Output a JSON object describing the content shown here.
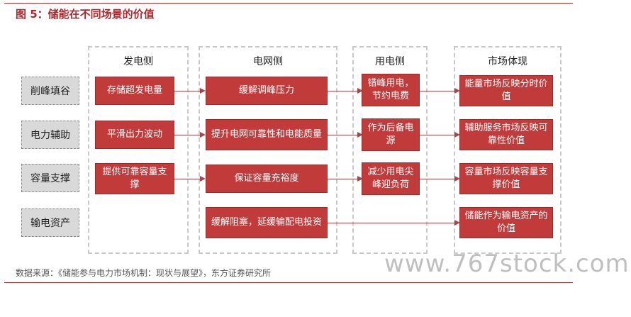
{
  "figure": {
    "title": "图 5：储能在不同场景的价值",
    "source": "数据来源：《储能参与电力市场机制：现状与展望》，东方证券研究所",
    "watermark": "www.767stock.com"
  },
  "columns": [
    "发电侧",
    "电网侧",
    "用电侧",
    "市场体现"
  ],
  "scenarios": [
    "削峰填谷",
    "电力辅助",
    "容量支撑",
    "输电资产"
  ],
  "generation": [
    "存储超发电量",
    "平滑出力波动",
    "提供可靠容量支撑"
  ],
  "grid": [
    "缓解调峰压力",
    "提升电网可靠性和电能质量",
    "保证容量充裕度",
    "缓解阻塞，延缓输配电投资"
  ],
  "consumer": [
    "错峰用电，节约电费",
    "作为后备电源",
    "减少用电尖峰迎负荷"
  ],
  "market": [
    "能量市场反映分时价值",
    "辅助服务市场反映可靠性价值",
    "容量市场反映容量支撑价值",
    "储能作为输电资产的价值"
  ],
  "colors": {
    "box": "#c23b3b",
    "arrow": "#a8464b",
    "title": "#b0262c",
    "scenario_bg": "#d9d9d9"
  }
}
